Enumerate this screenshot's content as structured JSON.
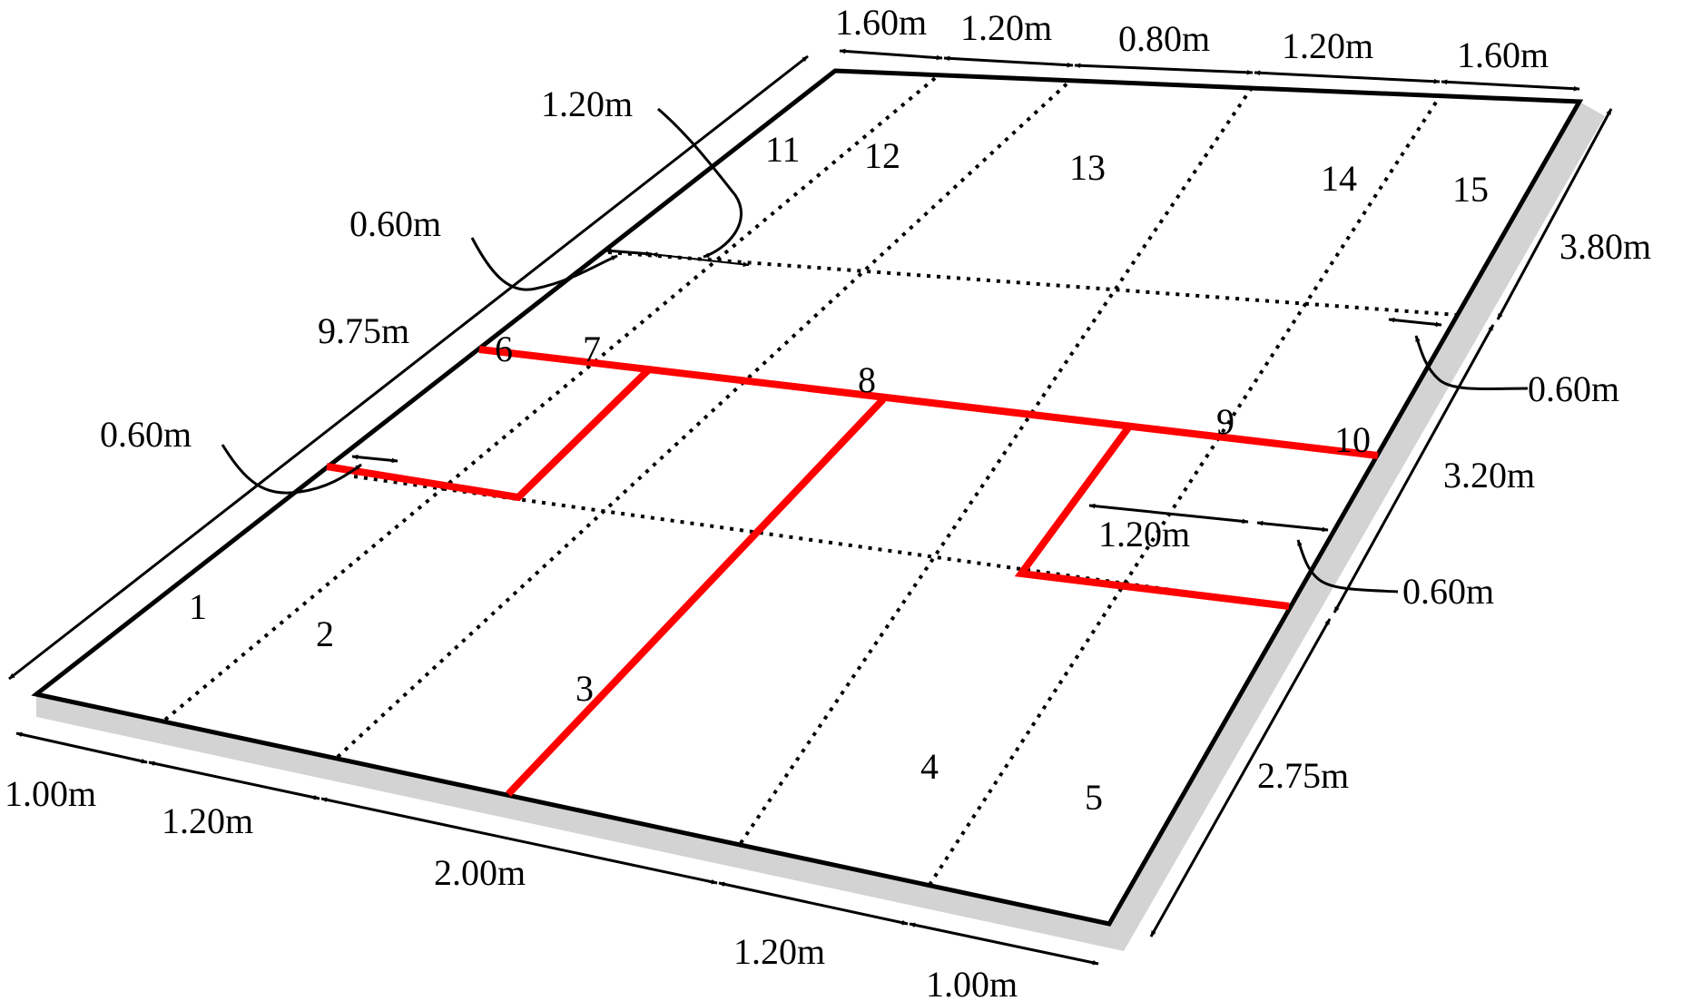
{
  "colors": {
    "outline": "#000000",
    "red_line": "#ff0000",
    "side_shadow": "#d3d3d3",
    "background": "#ffffff"
  },
  "zones": [
    "1",
    "2",
    "3",
    "4",
    "5",
    "6",
    "7",
    "8",
    "9",
    "10",
    "11",
    "12",
    "13",
    "14",
    "15"
  ],
  "dimensions": {
    "top_1": "1.60m",
    "top_2": "1.20m",
    "top_3": "0.80m",
    "top_4": "1.20m",
    "top_5": "1.60m",
    "bottom_1": "1.00m",
    "bottom_2": "1.20m",
    "bottom_3": "2.00m",
    "bottom_4": "1.20m",
    "bottom_5": "1.00m",
    "length": "9.75m",
    "right_1": "3.80m",
    "right_2": "3.20m",
    "right_3": "2.75m",
    "left_offset_top": "1.20m",
    "left_offset_mid": "0.60m",
    "left_offset_low": "0.60m",
    "right_offset_top": "0.60m",
    "right_offset_low": "0.60m",
    "inner_width": "1.20m"
  }
}
